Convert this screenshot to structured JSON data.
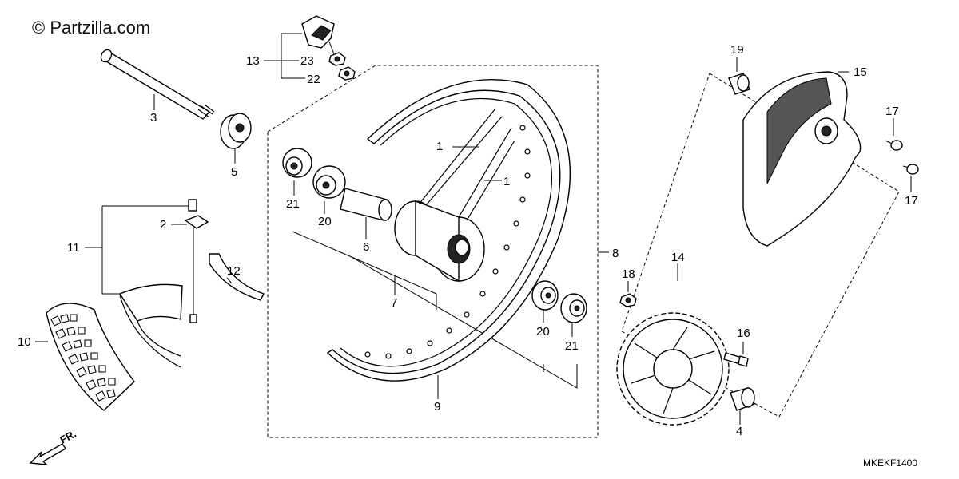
{
  "watermark": "© Partzilla.com",
  "diagram_code": "MKEKF1400",
  "direction_label": "FR.",
  "callouts": {
    "p1a": "1",
    "p1b": "1",
    "p2": "2",
    "p3": "3",
    "p4": "4",
    "p5": "5",
    "p6": "6",
    "p7": "7",
    "p8": "8",
    "p9": "9",
    "p10": "10",
    "p11": "11",
    "p12": "12",
    "p13": "13",
    "p14": "14",
    "p15": "15",
    "p16": "16",
    "p17a": "17",
    "p17b": "17",
    "p18": "18",
    "p19": "19",
    "p20a": "20",
    "p20b": "20",
    "p21a": "21",
    "p21b": "21",
    "p22": "22",
    "p23": "23"
  }
}
